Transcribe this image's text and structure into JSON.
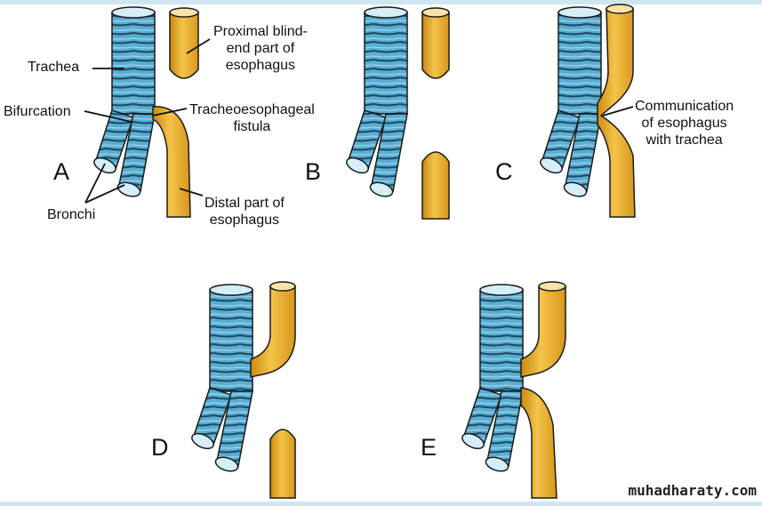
{
  "labels": {
    "trachea": "Trachea",
    "bifurcation": "Bifurcation",
    "bronchi": "Bronchi",
    "proximal": "Proximal blind-\nend part of\nesophagus",
    "fistula": "Tracheoesophageal\nfistula",
    "distal": "Distal part of\nesophagus",
    "communication": "Communication\nof esophagus\nwith trachea"
  },
  "panels": {
    "a": "A",
    "b": "B",
    "c": "C",
    "d": "D",
    "e": "E"
  },
  "watermark": "muhadharaty.com",
  "colors": {
    "trachea_fill": "#5aaed4",
    "trachea_dark": "#1f4f66",
    "esophagus_fill": "#e8a823",
    "esophagus_light": "#f6cb55",
    "outline": "#1a1a1a"
  }
}
